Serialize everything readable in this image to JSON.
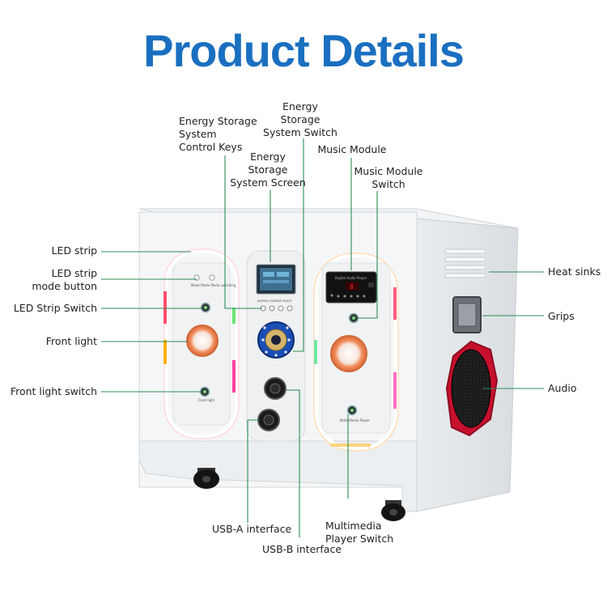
{
  "title": "Product Details",
  "colors": {
    "title": "#1a6fc0",
    "leader": "#2e8b57",
    "speaker_frame": "#c8102e"
  },
  "labels": {
    "led_strip": "LED strip",
    "led_mode_button": "LED strip\nmode button",
    "led_switch": "LED Strip Switch",
    "front_light": "Front light",
    "front_light_switch": "Front light switch",
    "control_keys": "Energy Storage\nSystem\nControl Keys",
    "screen": "Energy\nStorage\nSystem Screen",
    "system_switch": "Energy\nStorage\nSystem Switch",
    "music_module": "Music Module",
    "music_module_switch": "Music Module\nSwitch",
    "heat_sinks": "Heat sinks",
    "grips": "Grips",
    "audio": "Audio",
    "usb_a": "USB-A interface",
    "usb_b": "USB-B interface",
    "multimedia_switch": "Multimedia\nPlayer Switch"
  },
  "panel_text": {
    "led_buttons": "Mode Mode   Mode switching",
    "indicator_row": "ACPAN CHARGE FAULT",
    "music_display": "8",
    "music_brand": "Digital Audio Player",
    "front_light_switch_text": "Front light",
    "multimedia_switch_text": "Multi-Media Player"
  }
}
